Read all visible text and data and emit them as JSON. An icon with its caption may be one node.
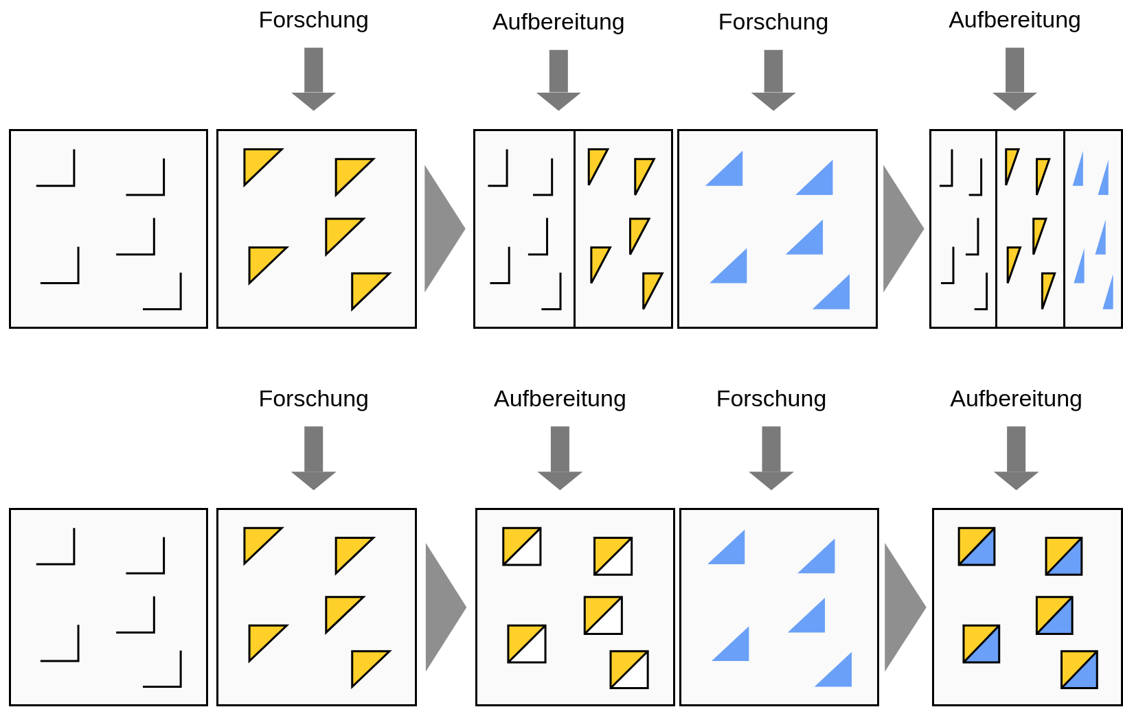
{
  "diagram": {
    "nodes": [
      {
        "text": [
          "Forschung"
        ]
      },
      {
        "text": [
          "Aufbereitung"
        ]
      },
      {
        "text": [
          "Forschung"
        ]
      },
      {
        "text": [
          "Aufbereitung"
        ]
      },
      {
        "text": [],
        "shape": "box"
      },
      {
        "text": [],
        "shape": "box"
      },
      {
        "text": [],
        "shape": "box"
      },
      {
        "text": [],
        "shape": "box",
        "in": 6
      },
      {
        "text": [],
        "shape": "box",
        "in": 6
      },
      {
        "text": [],
        "shape": "box"
      },
      {
        "text": [],
        "shape": "box"
      },
      {
        "text": [],
        "shape": "box",
        "in": 10
      },
      {
        "text": [],
        "shape": "box",
        "in": 10
      },
      {
        "text": [],
        "shape": "box",
        "in": 10
      },
      {
        "text": [
          "Forschung"
        ]
      },
      {
        "text": [
          "Aufbereitung"
        ]
      },
      {
        "text": [
          "Forschung"
        ]
      },
      {
        "text": [
          "Aufbereitung"
        ]
      },
      {
        "text": [],
        "shape": "box"
      },
      {
        "text": [],
        "shape": "box"
      },
      {
        "text": [],
        "shape": "box"
      },
      {
        "text": [],
        "shape": "box"
      },
      {
        "text": [],
        "shape": "box"
      }
    ],
    "edges": [
      {
        "from": 0,
        "to": 5,
        "arrow": "to"
      },
      {
        "from": 1,
        "to": 6,
        "arrow": "to"
      },
      {
        "from": 2,
        "to": 9,
        "arrow": "to"
      },
      {
        "from": 3,
        "to": 10,
        "arrow": "to"
      },
      {
        "from": 5,
        "to": 6,
        "arrow": "to"
      },
      {
        "from": 9,
        "to": 10,
        "arrow": "to"
      },
      {
        "from": 14,
        "to": 19,
        "arrow": "to"
      },
      {
        "from": 15,
        "to": 20,
        "arrow": "to"
      },
      {
        "from": 16,
        "to": 21,
        "arrow": "to"
      },
      {
        "from": 17,
        "to": 22,
        "arrow": "to"
      },
      {
        "from": 19,
        "to": 20,
        "arrow": "to"
      },
      {
        "from": 21,
        "to": 22,
        "arrow": "to"
      }
    ]
  }
}
